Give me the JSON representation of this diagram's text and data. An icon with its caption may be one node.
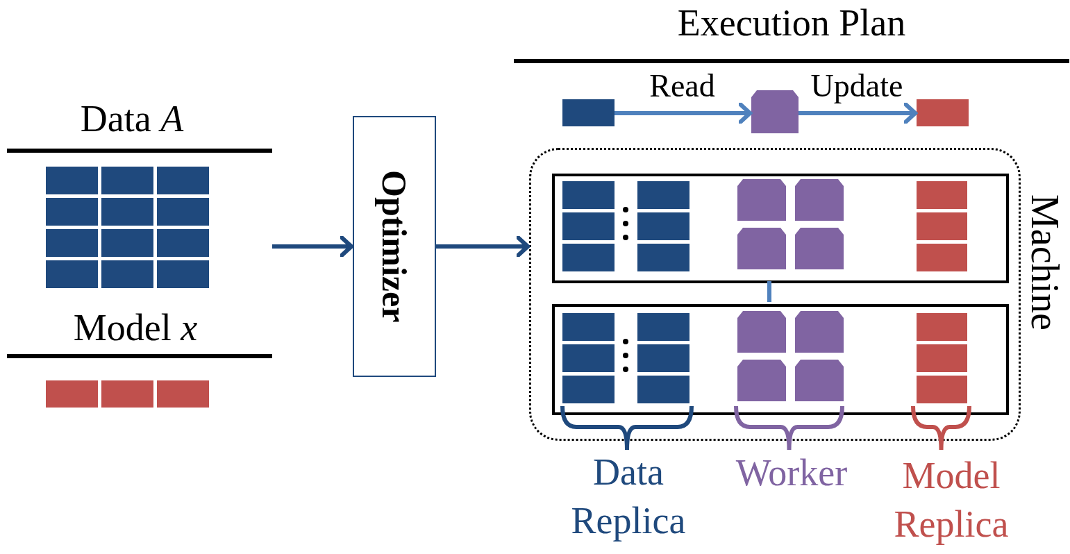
{
  "diagram": {
    "nodes": [
      {
        "text": [
          "Optimizer"
        ]
      },
      {
        "text": [
          "Machine"
        ]
      },
      {
        "text": [],
        "shape": "box",
        "in": 1
      },
      {
        "text": [],
        "shape": "box",
        "in": 1
      },
      {
        "text": [],
        "shape": "box"
      },
      {
        "text": [],
        "shape": "box"
      },
      {
        "text": [],
        "shape": "box"
      }
    ],
    "edges": [
      {
        "from": null,
        "to": 0,
        "arrow": "to",
        "color": "#1f497d"
      },
      {
        "from": 0,
        "to": 1,
        "arrow": "to",
        "color": "#1f497d"
      },
      {
        "from": 4,
        "to": 5,
        "arrow": "to",
        "label": "Read",
        "color": "#4f81bd"
      },
      {
        "from": 5,
        "to": 6,
        "arrow": "to",
        "label": "Update",
        "color": "#4f81bd"
      },
      {
        "from": 2,
        "to": 3,
        "arrow": "none",
        "color": "#4f81bd"
      }
    ],
    "labels": [
      "Execution Plan",
      "Data *A*",
      "Model *x*",
      "Data Replica",
      "Worker",
      "Model Replica"
    ]
  }
}
